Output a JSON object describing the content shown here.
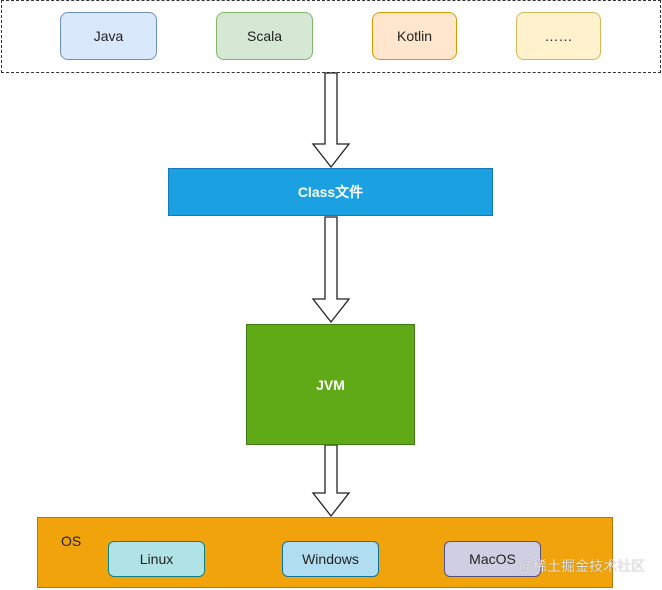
{
  "languages": [
    {
      "label": "Java",
      "fill": "#dae8fc",
      "stroke": "#6c8ebf"
    },
    {
      "label": "Scala",
      "fill": "#d5e8d4",
      "stroke": "#82b366"
    },
    {
      "label": "Kotlin",
      "fill": "#ffe6cc",
      "stroke": "#d79b00"
    },
    {
      "label": "……",
      "fill": "#fff2cc",
      "stroke": "#d6b656"
    }
  ],
  "class_file": {
    "label": "Class文件",
    "fill": "#1ba1e2"
  },
  "jvm": {
    "label": "JVM",
    "fill": "#60a917"
  },
  "os": {
    "label": "OS",
    "fill": "#f0a30a",
    "items": [
      {
        "label": "Linux",
        "fill": "#b0e3e6",
        "stroke": "#0e8088"
      },
      {
        "label": "Windows",
        "fill": "#b1ddf0",
        "stroke": "#10739e"
      },
      {
        "label": "MacOS",
        "fill": "#d0cee2",
        "stroke": "#56517e"
      }
    ]
  },
  "watermark": "@稀土掘金技术社区"
}
